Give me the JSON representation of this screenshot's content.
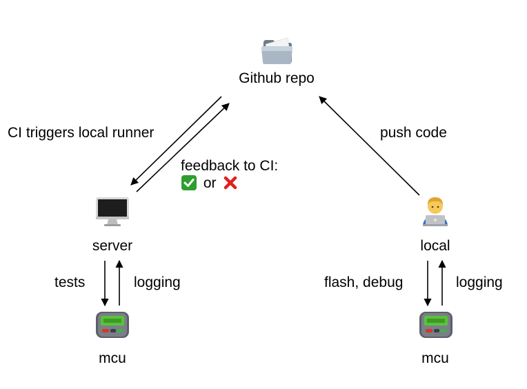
{
  "nodes": {
    "repo": {
      "label": "Github repo",
      "icon": "folder-icon"
    },
    "server": {
      "label": "server",
      "icon": "desktop-computer-icon"
    },
    "local": {
      "label": "local",
      "icon": "technologist-laptop-icon"
    },
    "mcu_left": {
      "label": "mcu",
      "icon": "pager-icon"
    },
    "mcu_right": {
      "label": "mcu",
      "icon": "pager-icon"
    }
  },
  "edges": {
    "ci_trigger": "CI triggers local runner",
    "feedback_line1": "feedback to CI:",
    "feedback_or": "or",
    "feedback_pass_icon": "check-mark-button-icon",
    "feedback_fail_icon": "cross-mark-icon",
    "push": "push code",
    "server_tests": "tests",
    "server_logging": "logging",
    "local_flash": "flash, debug",
    "local_logging": "logging"
  },
  "colors": {
    "pass": "#2e9e2e",
    "fail": "#e0201b",
    "arrow": "#000000"
  }
}
